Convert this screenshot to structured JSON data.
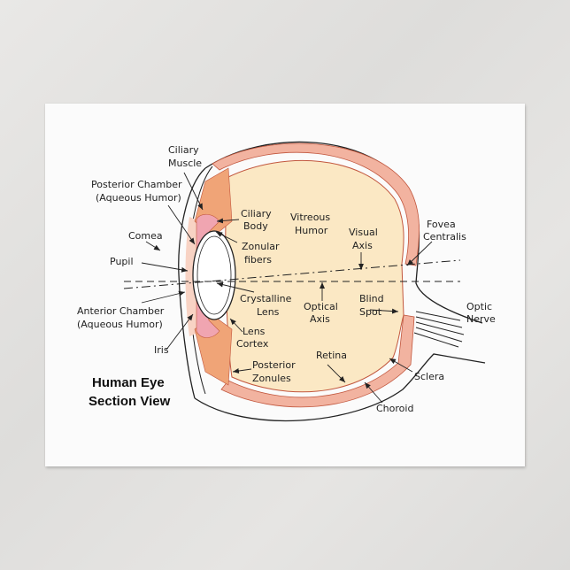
{
  "title": {
    "line1": "Human Eye",
    "line2": "Section View"
  },
  "colors": {
    "card": "#fbfbfb",
    "vitreous": "#fbe8c4",
    "choroid": "#f2b3a0",
    "retina_outline": "#c2573e",
    "muscle": "#f0a477",
    "iris": "#f0a5b1",
    "anterior": "#f8d3c4",
    "lens": "#ffffff",
    "line": "#222222"
  },
  "labels": {
    "ciliary_muscle": [
      "Ciliary",
      "Muscle"
    ],
    "posterior_chamber": [
      "Posterior Chamber",
      "(Aqueous Humor)"
    ],
    "cornea": [
      "Comea"
    ],
    "pupil": [
      "Pupil"
    ],
    "anterior_chamber": [
      "Anterior Chamber",
      "(Aqueous Humor)"
    ],
    "iris": [
      "Iris"
    ],
    "ciliary_body": [
      "Ciliary",
      "Body"
    ],
    "zonular_fibers": [
      "Zonular",
      "fibers"
    ],
    "vitreous_humor": [
      "Vitreous",
      "Humor"
    ],
    "visual_axis": [
      "Visual",
      "Axis"
    ],
    "fovea_centralis": [
      "Fovea",
      "Centralis"
    ],
    "crystalline_lens": [
      "Crystalline",
      "Lens"
    ],
    "optical_axis": [
      "Optical",
      "Axis"
    ],
    "blind_spot": [
      "Blind",
      "Spot"
    ],
    "optic_nerve": [
      "Optic",
      "Nerve"
    ],
    "lens_cortex": [
      "Lens",
      "Cortex"
    ],
    "posterior_zonules": [
      "Posterior",
      "Zonules"
    ],
    "retina": [
      "Retina"
    ],
    "sclera": [
      "Sclera"
    ],
    "choroid": [
      "Choroid"
    ]
  }
}
